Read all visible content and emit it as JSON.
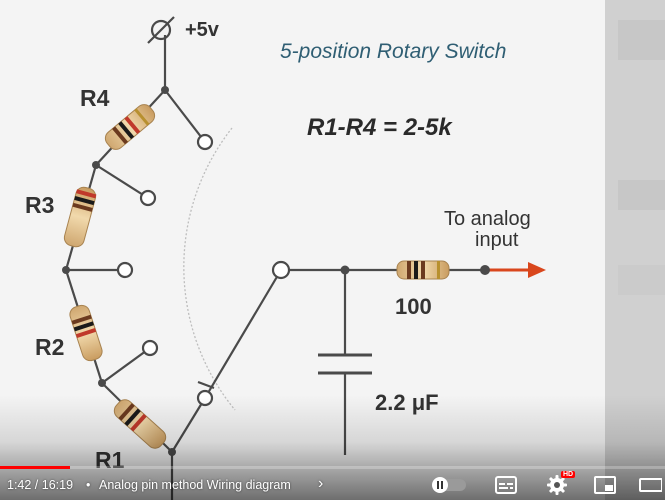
{
  "diagram": {
    "title": "5-position  Rotary Switch",
    "formula": "R1-R4 = 2-5k",
    "supply": "+5v",
    "output": [
      "To analog",
      "input"
    ],
    "resistors": [
      "R4",
      "R3",
      "R2",
      "R1"
    ],
    "series_resistor": "100",
    "capacitor": "2.2 μF"
  },
  "player": {
    "time": "1:42 / 16:19",
    "separator": "•",
    "chapter": "Analog pin method Wiring diagram",
    "chapter_chevron": "›",
    "hd_badge": "HD",
    "accent_color": "#ff0000"
  },
  "colors": {
    "title": "#2f5e73",
    "wire": "#4a4a4a",
    "arrow": "#d9461c",
    "background": "#f3f3f3"
  }
}
